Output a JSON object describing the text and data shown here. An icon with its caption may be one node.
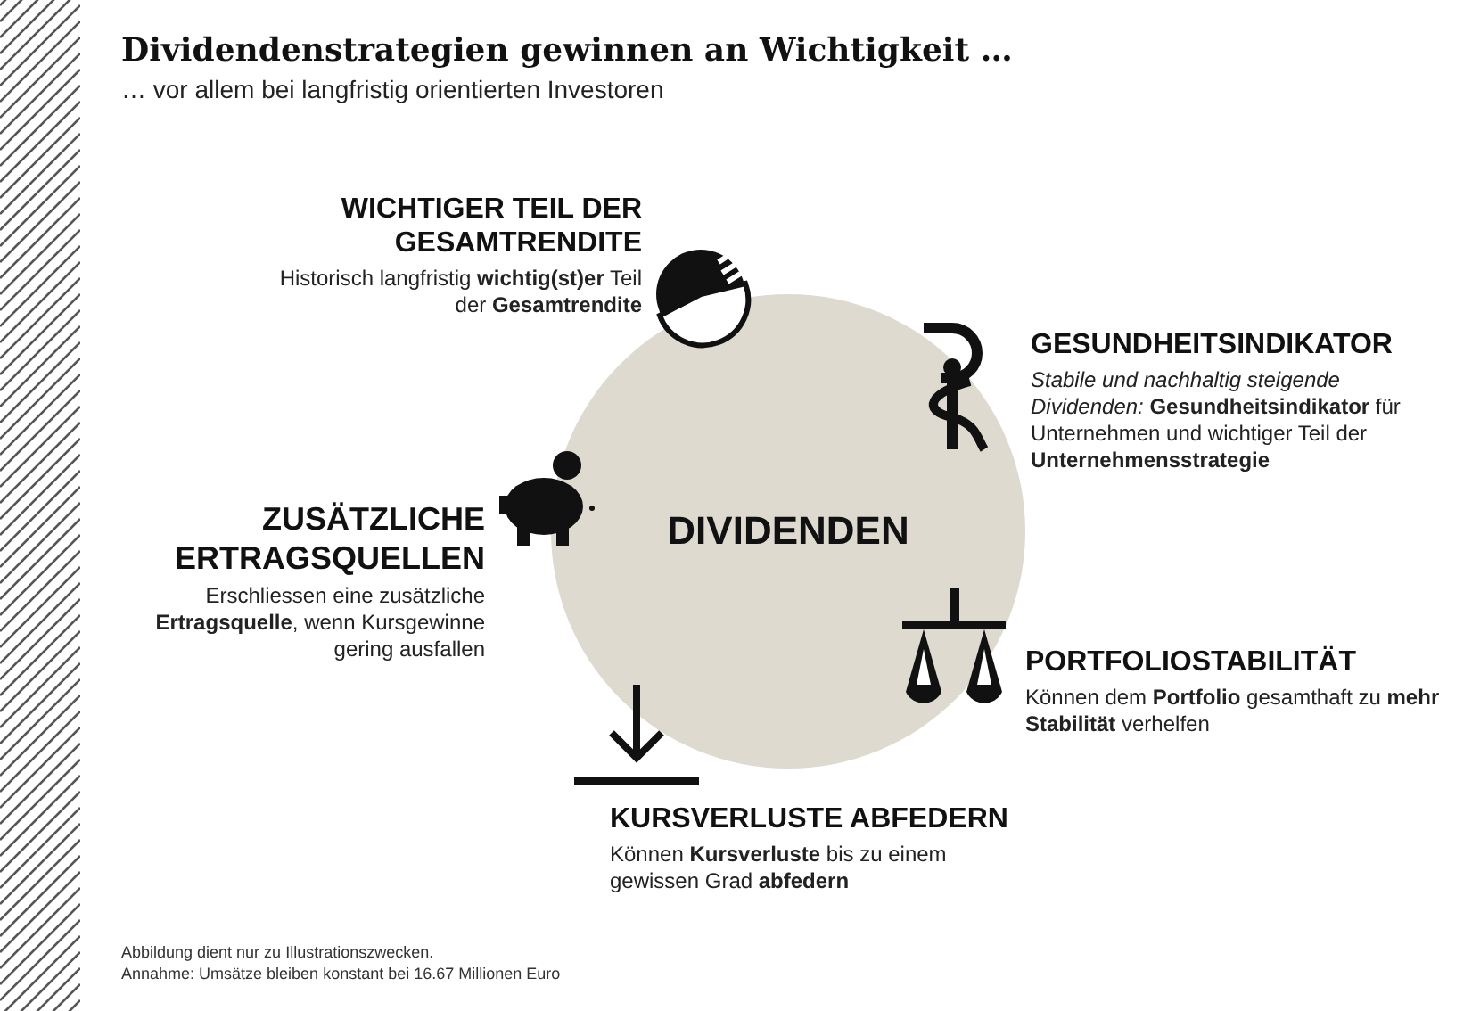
{
  "diagram": {
    "title": "Dividendenstrategien gewinnen an Wichtigkeit …",
    "nodes": [
      {
        "text": [
          "DIVIDENDEN"
        ]
      },
      {
        "text": [
          "WICHTIGER TEIL DER GESAMTRENDITE",
          "Historisch langfristig **wichtig(st)er** Teil der **Gesamtrendite**"
        ]
      },
      {
        "text": [
          "GESUNDHEITSINDIKATOR",
          "*Stabile und nachhaltig steigende Dividenden:* **Gesundheitsindikator** für Unternehmen und wichtiger Teil der **Unternehmensstrategie**"
        ]
      },
      {
        "text": [
          "ZUSÄTZLICHE ERTRAGSQUELLEN",
          "Erschliessen eine zusätzliche **Ertragsquelle**, wenn Kursgewinne gering ausfallen"
        ]
      },
      {
        "text": [
          "PORTFOLIOSTABILITÄT",
          "Können dem **Portfolio** gesamthaft zu **mehr Stabilität** verhelfen"
        ]
      },
      {
        "text": [
          "KURSVERLUSTE ABFEDERN",
          "Können **Kursverluste** bis zu einem gewissen Grad **abfedern**"
        ]
      }
    ],
    "labels": [
      "… vor allem bei langfristig orientierten Investoren",
      "Abbildung dient nur zu Illustrationszwecken.",
      "Annahme: Umsätze bleiben konstant bei 16.67 Millionen Euro"
    ]
  }
}
